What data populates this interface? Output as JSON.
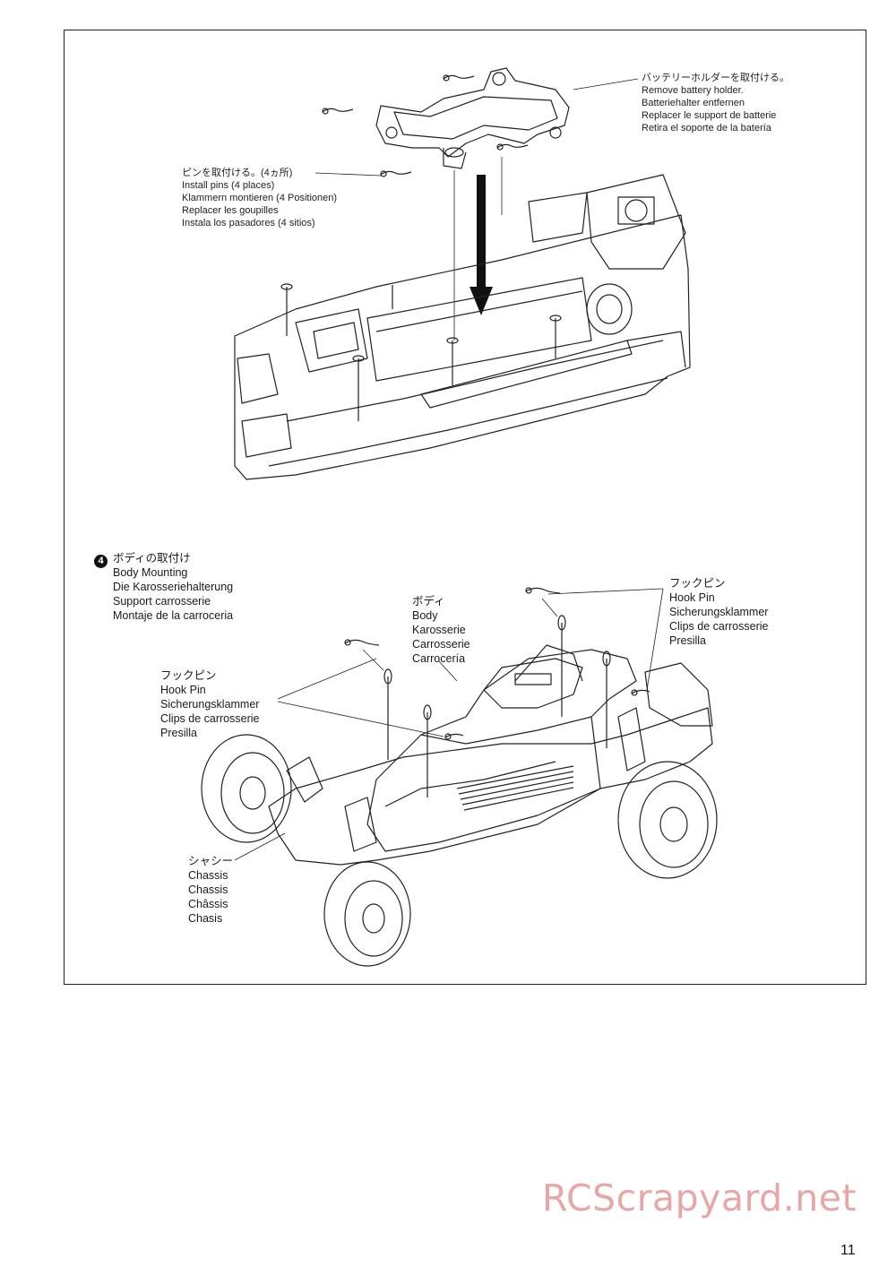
{
  "battery_holder": {
    "lines": [
      "バッテリーホルダーを取付ける。",
      "Remove battery holder.",
      "Batteriehalter entfernen",
      "Replacer le support de batterie",
      "Retira el soporte de la batería"
    ]
  },
  "pins": {
    "lines": [
      "ピンを取付ける。(4ヵ所)",
      "Install pins (4 places)",
      "Klammern montieren (4 Positionen)",
      "Replacer les goupilles",
      "Instala los pasadores (4 sitios)"
    ]
  },
  "step4": {
    "number": "4",
    "lines": [
      "ボディの取付け",
      "Body Mounting",
      "Die Karosseriehalterung",
      "Support carrosserie",
      "Montaje de la carroceria"
    ]
  },
  "hook_pin_right": {
    "lines": [
      "フックピン",
      "Hook Pin",
      "Sicherungsklammer",
      "Clips de carrosserie",
      "Presilla"
    ]
  },
  "body": {
    "lines": [
      "ボディ",
      "Body",
      "Karosserie",
      "Carrosserie",
      "Carrocería"
    ]
  },
  "hook_pin_left": {
    "lines": [
      "フックピン",
      "Hook Pin",
      "Sicherungsklammer",
      "Clips de carrosserie",
      "Presilla"
    ]
  },
  "chassis": {
    "lines": [
      "シャシー",
      "Chassis",
      "Chassis",
      "Châssis",
      "Chasis"
    ]
  },
  "watermark": "RCScrapyard.net",
  "page_number": "11"
}
